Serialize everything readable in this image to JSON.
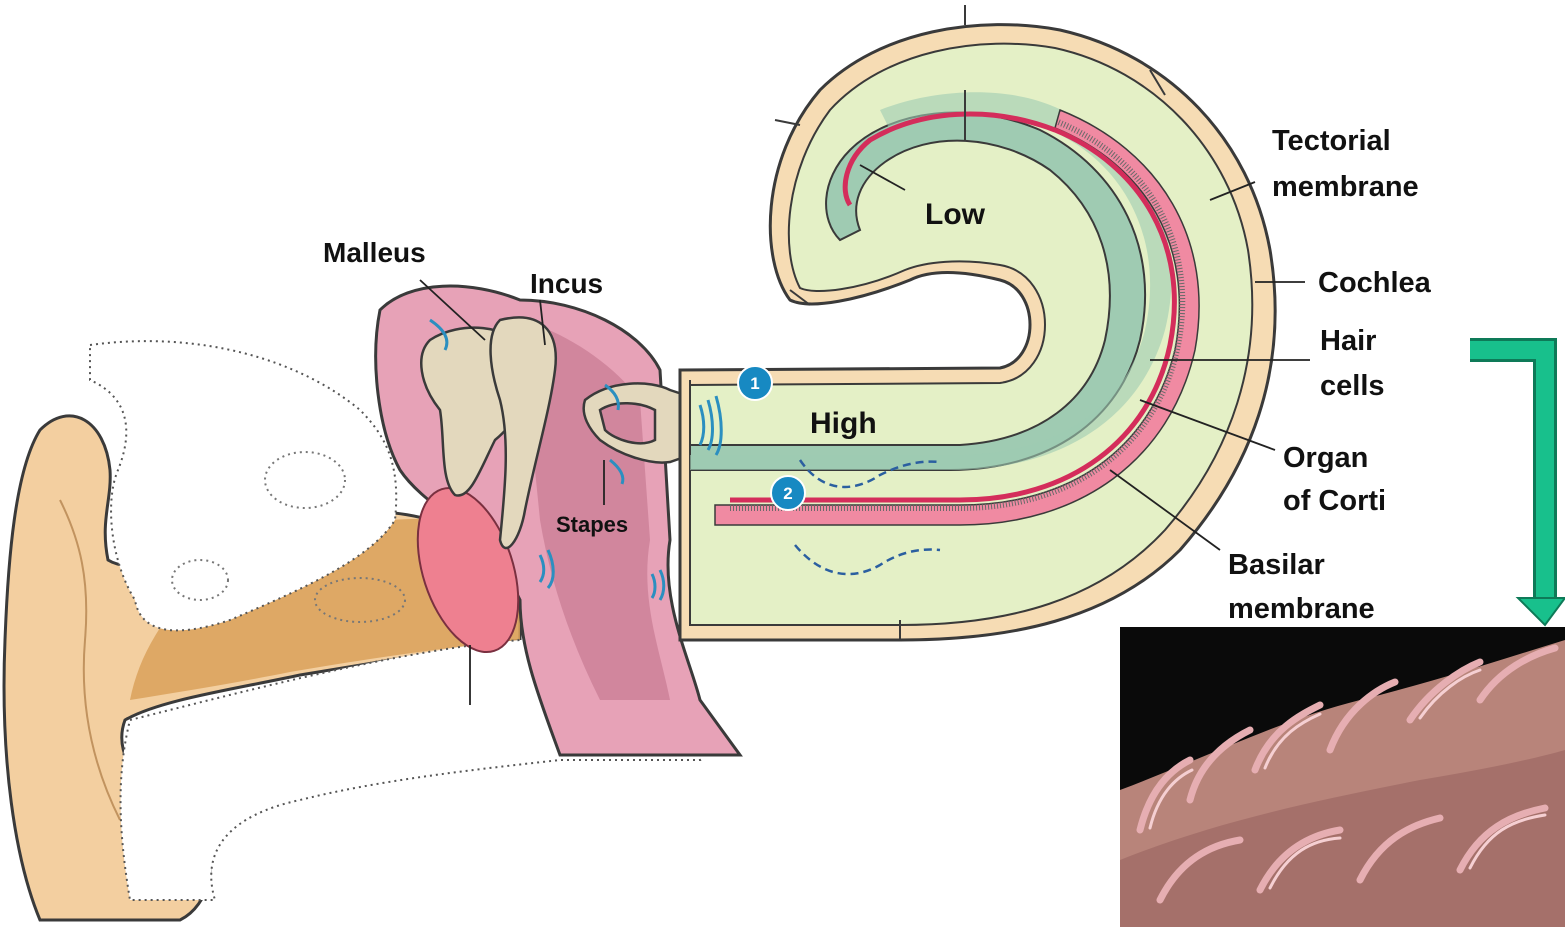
{
  "labels": {
    "malleus": "Malleus",
    "incus": "Incus",
    "stapes": "Stapes",
    "low": "Low",
    "high": "High",
    "tectorial_line1": "Tectorial",
    "tectorial_line2": "membrane",
    "cochlea": "Cochlea",
    "hair_line1": "Hair",
    "hair_line2": "cells",
    "organ_line1": "Organ",
    "organ_line2": "of Corti",
    "basilar_line1": "Basilar",
    "basilar_line2": "membrane"
  },
  "badges": {
    "one": "1",
    "two": "2"
  },
  "colors": {
    "outer_skin": "#f3cfa0",
    "canal": "#d9a15a",
    "bone_outline": "#555555",
    "middle_ear": "#e7a2b7",
    "middle_ear_dark": "#b5637f",
    "ossicles": "#e3d8bd",
    "eardrum": "#ee8090",
    "cochlea_fill": "#e4f0c6",
    "cochlea_wall": "#f6dcb4",
    "scala_media": "#9fcbb2",
    "basilar_pink": "#f08aa2",
    "hair_red": "#d42d5b",
    "badge_blue": "#1789c2",
    "sound_wave": "#2b8fc0",
    "arrow_green": "#18c08c",
    "photo_dark": "#0a0a0a",
    "photo_pink": "#c98a8e"
  }
}
